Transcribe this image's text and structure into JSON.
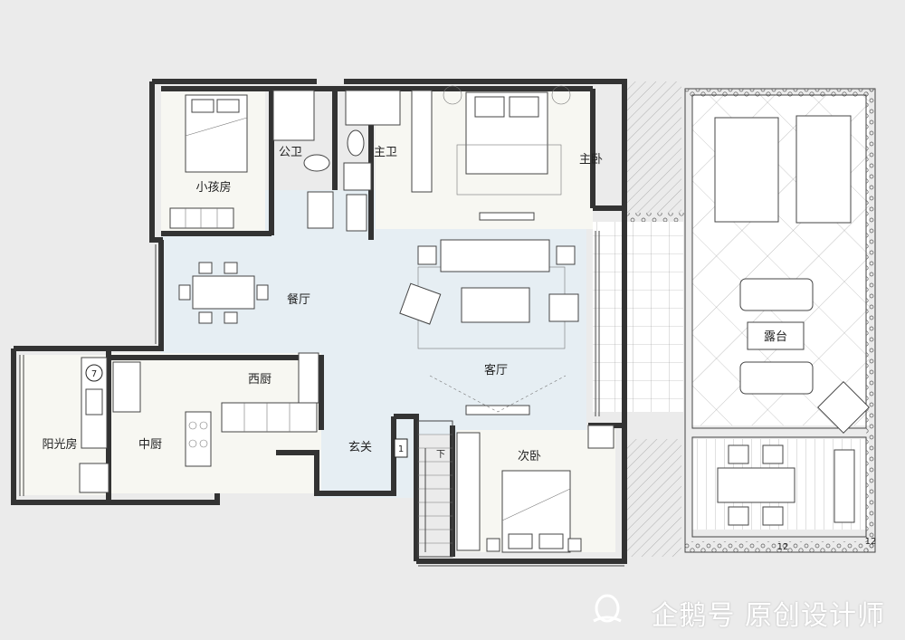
{
  "rooms": {
    "kids_room": "小孩房",
    "public_bath": "公卫",
    "master_bath": "主卫",
    "master_bedroom": "主卧",
    "dining": "餐厅",
    "living": "客厅",
    "western_kitchen": "西厨",
    "chinese_kitchen": "中厨",
    "sunroom": "阳光房",
    "entry": "玄关",
    "second_bedroom": "次卧",
    "terrace": "露台"
  },
  "annotations": {
    "marker_sunroom": "7",
    "marker_entry": "1",
    "stair_down": "下",
    "terrace_dim_1": "12",
    "terrace_dim_2": "12"
  },
  "watermark": "企鹅号 原创设计师",
  "colors": {
    "background": "#ebebeb",
    "public_floor": "#e6eef3",
    "room_floor": "#f7f7f2",
    "wall": "#333333"
  }
}
